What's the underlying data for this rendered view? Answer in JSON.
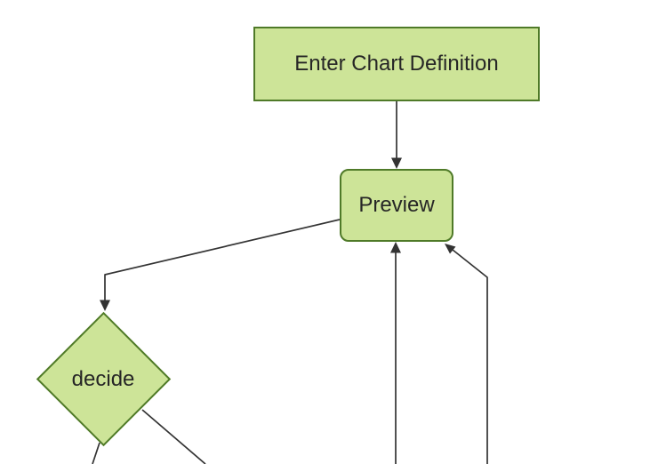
{
  "diagram": {
    "type": "flowchart",
    "background": "#ffffff",
    "colors": {
      "node_fill": "#cde498",
      "node_border": "#4f7a28",
      "edge_line": "#333333",
      "arrowhead": "#333333",
      "label_text": "#262626"
    },
    "nodes": [
      {
        "id": "A",
        "shape": "rectangle",
        "label": "Enter Chart Definition"
      },
      {
        "id": "B",
        "shape": "rounded-rectangle",
        "label": "Preview"
      },
      {
        "id": "C",
        "shape": "diamond",
        "label": "decide"
      }
    ],
    "edges": [
      {
        "id": "a-to-b",
        "from": "Enter Chart Definition",
        "to": "Preview",
        "arrowhead": "down"
      },
      {
        "id": "b-to-c",
        "from": "Preview",
        "to": "decide",
        "arrowhead": "down"
      },
      {
        "id": "offscreen-to-b-center",
        "from": "offscreen-bottom",
        "to": "Preview",
        "arrowhead": "up"
      },
      {
        "id": "offscreen-to-b-right",
        "from": "offscreen-bottom-right",
        "to": "Preview",
        "arrowhead": "up-left"
      },
      {
        "id": "c-to-offscreen-bottom",
        "from": "decide",
        "to": "offscreen-bottom",
        "arrowhead": "none-visible"
      },
      {
        "id": "c-to-offscreen-bottom-right",
        "from": "decide",
        "to": "offscreen-bottom-right",
        "arrowhead": "none-visible"
      }
    ]
  }
}
